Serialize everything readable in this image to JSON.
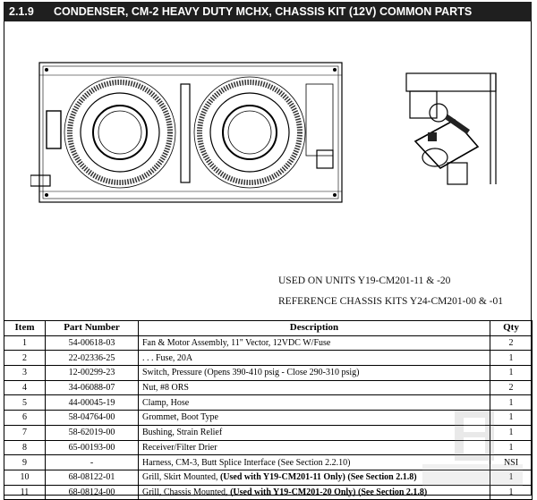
{
  "header": {
    "section": "2.1.9",
    "title": "CONDENSER, CM-2  HEAVY DUTY MCHX, CHASSIS KIT  (12V) COMMON PARTS"
  },
  "notes": {
    "used_on": "USED ON UNITS Y19-CM201-11 & -20",
    "reference": "REFERENCE CHASSIS KITS Y24-CM201-00 & -01"
  },
  "table": {
    "columns": [
      "Item",
      "Part Number",
      "Description",
      "Qty"
    ],
    "rows": [
      {
        "item": "1",
        "part": "54-00618-03",
        "desc": "Fan & Motor Assembly, 11\" Vector, 12VDC W/Fuse",
        "desc_bold": "",
        "desc_tail": "",
        "qty": "2"
      },
      {
        "item": "2",
        "part": "22-02336-25",
        "desc": ". . . Fuse, 20A",
        "desc_bold": "",
        "desc_tail": "",
        "qty": "1"
      },
      {
        "item": "3",
        "part": "12-00299-23",
        "desc": "Switch, Pressure (Opens 390-410 psig - Close 290-310 psig)",
        "desc_bold": "",
        "desc_tail": "",
        "qty": "1"
      },
      {
        "item": "4",
        "part": "34-06088-07",
        "desc": "Nut, #8 ORS",
        "desc_bold": "",
        "desc_tail": "",
        "qty": "2"
      },
      {
        "item": "5",
        "part": "44-00045-19",
        "desc": "Clamp, Hose",
        "desc_bold": "",
        "desc_tail": "",
        "qty": "1"
      },
      {
        "item": "6",
        "part": "58-04764-00",
        "desc": "Grommet, Boot Type",
        "desc_bold": "",
        "desc_tail": "",
        "qty": "1"
      },
      {
        "item": "7",
        "part": "58-62019-00",
        "desc": "Bushing, Strain Relief",
        "desc_bold": "",
        "desc_tail": "",
        "qty": "1"
      },
      {
        "item": "8",
        "part": "65-00193-00",
        "desc": "Receiver/Filter Drier",
        "desc_bold": "",
        "desc_tail": "",
        "qty": "1"
      },
      {
        "item": "9",
        "part": "-",
        "desc": "Harness, CM-3, Butt Splice Interface (See Section 2.2.10)",
        "desc_bold": "",
        "desc_tail": "",
        "qty": "NSI"
      },
      {
        "item": "10",
        "part": "68-08122-01",
        "desc": "Grill, Skirt Mounted, ",
        "desc_bold": "(Used with Y19-CM201-11 Only)",
        "desc_tail": " (See Section 2.1.8)",
        "qty": "1"
      },
      {
        "item": "11",
        "part": "68-08124-00",
        "desc": "Grill, Chassis Mounted, ",
        "desc_bold": "(Used with Y19-CM201-20 Only)",
        "desc_tail": " (See Section 2.1.8)",
        "qty": "1"
      }
    ]
  }
}
